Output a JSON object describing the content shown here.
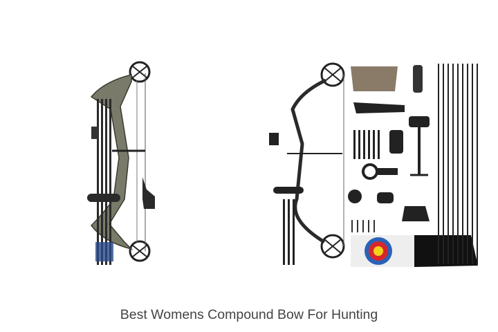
{
  "products": [
    {
      "id": "left",
      "alt": "Camo compound bow with quiver, arrows and release",
      "colors": {
        "camo": "#7a7a6a",
        "metal": "#2a2a2a",
        "arrow_blue": "#2b4a8a"
      }
    },
    {
      "id": "right",
      "alt": "Black compound bow kit with arm guard, arrows, sight, quiver, target and case",
      "colors": {
        "metal": "#2a2a2a",
        "camo": "#8a7a68",
        "target_red": "#d8262c",
        "target_blue": "#2a62b8",
        "target_yellow": "#f4d21c"
      }
    }
  ],
  "caption": {
    "text": "Best Womens Compound Bow For Hunting",
    "color": "#444444"
  }
}
